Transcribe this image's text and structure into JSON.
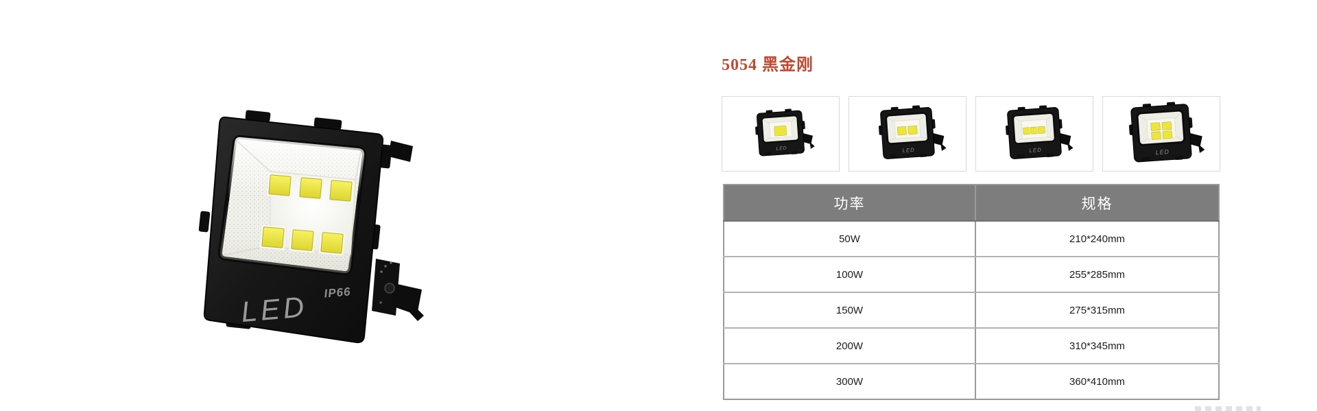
{
  "page": {
    "background": "#ffffff"
  },
  "hero": {
    "led_label": "LED",
    "ip_label": "IP66"
  },
  "section": {
    "title": "5054 黑金刚",
    "title_color": "#c04a31"
  },
  "thumbnails": [
    {
      "chips": 1,
      "label": "LED"
    },
    {
      "chips": 2,
      "label": "LED"
    },
    {
      "chips": 3,
      "label": "LED"
    },
    {
      "chips": 4,
      "label": "LED"
    }
  ],
  "spec_table": {
    "columns": [
      "功率",
      "规格"
    ],
    "header_bg": "#7d7d7d",
    "header_text_color": "#ffffff",
    "border_color": "#9a9a9a",
    "rows": [
      {
        "power": "50W",
        "size": "210*240mm"
      },
      {
        "power": "100W",
        "size": "255*285mm"
      },
      {
        "power": "150W",
        "size": "275*315mm"
      },
      {
        "power": "200W",
        "size": "310*345mm"
      },
      {
        "power": "300W",
        "size": "360*410mm"
      }
    ]
  },
  "colors": {
    "chip_yellow": "#ebe53e",
    "lamp_body": "#141414"
  }
}
